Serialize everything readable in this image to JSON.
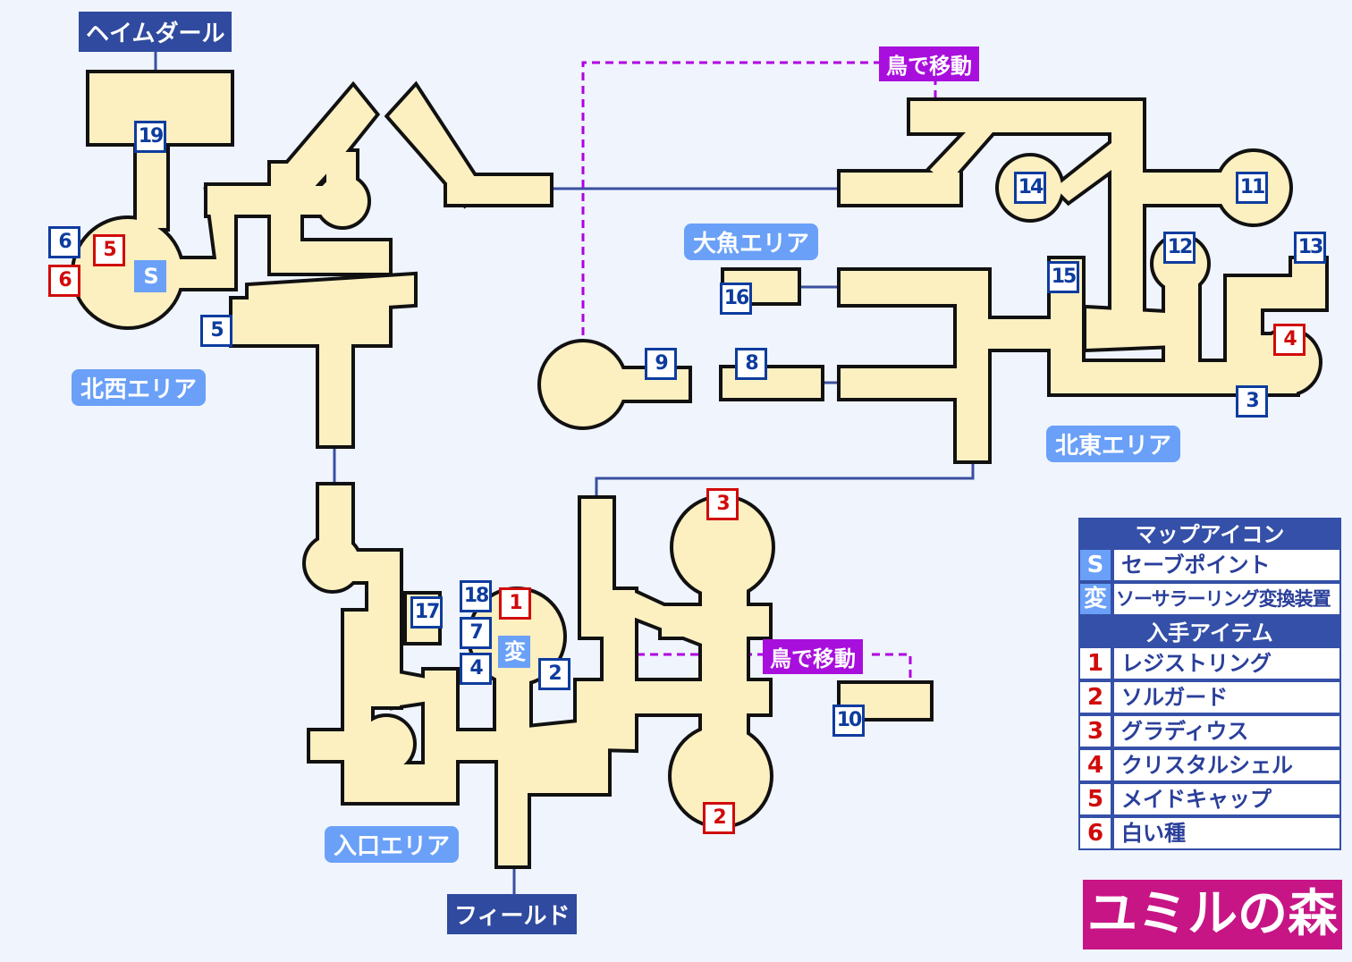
{
  "title": "ユミルの森",
  "exits": {
    "top": "ヘイムダール",
    "bottom": "フィールド"
  },
  "areas": {
    "northwest": "北西エリア",
    "bigfish": "大魚エリア",
    "northeast": "北東エリア",
    "entrance": "入口エリア"
  },
  "bird_travel": "鳥で移動",
  "markers": {
    "save": "S",
    "transform": "変",
    "blue": [
      "19",
      "6",
      "5",
      "17",
      "18",
      "7",
      "4",
      "2",
      "9",
      "8",
      "16",
      "10",
      "14",
      "11",
      "12",
      "15",
      "13",
      "3"
    ],
    "red": [
      "5",
      "6",
      "1",
      "3",
      "2",
      "4"
    ]
  },
  "legend": {
    "icons_header": "マップアイコン",
    "icons": [
      {
        "key": "S",
        "label": "セーブポイント"
      },
      {
        "key": "変",
        "label": "ソーサラーリング変換装置"
      }
    ],
    "items_header": "入手アイテム",
    "items": [
      {
        "key": "1",
        "label": "レジストリング"
      },
      {
        "key": "2",
        "label": "ソルガード"
      },
      {
        "key": "3",
        "label": "グラディウス"
      },
      {
        "key": "4",
        "label": "クリスタルシェル"
      },
      {
        "key": "5",
        "label": "メイドキャップ"
      },
      {
        "key": "6",
        "label": "白い種"
      }
    ]
  },
  "colors": {
    "room": "#fcefc0",
    "connector": "#3a4fa0",
    "bird_path": "#b000e0",
    "area_label": "#6aa0f7",
    "title_bg": "#c71585"
  }
}
